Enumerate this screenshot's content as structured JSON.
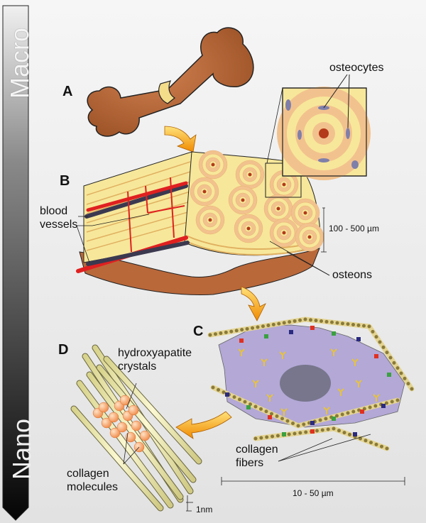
{
  "scale_bar": {
    "top_label": "Macro",
    "bottom_label": "Nano"
  },
  "panels": {
    "a": "A",
    "b": "B",
    "c": "C",
    "d": "D"
  },
  "labels": {
    "osteocytes": "osteocytes",
    "blood_vessels_1": "blood",
    "blood_vessels_2": "vessels",
    "osteons": "osteons",
    "scale_b": "100 - 500 µm",
    "hydroxyapatite_1": "hydroxyapatite",
    "hydroxyapatite_2": "crystals",
    "collagen_molecules_1": "collagen",
    "collagen_molecules_2": "molecules",
    "collagen_fibers_1": "collagen",
    "collagen_fibers_2": "fibers",
    "scale_c": "10 - 50 µm",
    "scale_d": "1nm"
  },
  "colors": {
    "bone": "#b9683a",
    "lamella": "#f7e79a",
    "osteon_ring": "#f2c28e",
    "vessel_red": "#e02020",
    "vessel_dark": "#3b3950",
    "cell": "#b3a8d6",
    "nucleus": "#77768c",
    "arrow": "#f5a300"
  }
}
